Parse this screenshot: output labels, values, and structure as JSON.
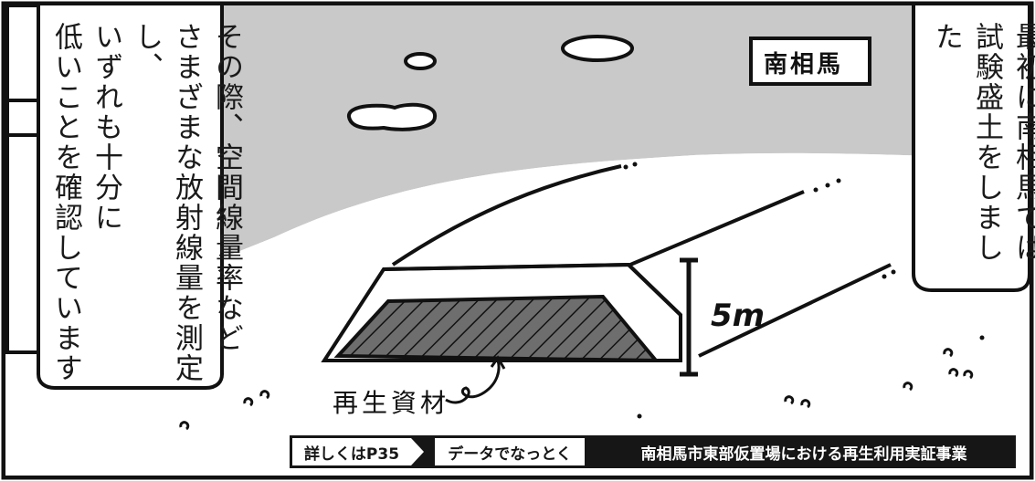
{
  "panel": {
    "location_sign": "南相馬",
    "label_material": "再生資材",
    "label_height": "5m"
  },
  "narration_right": {
    "lines": [
      "最初に南相馬では",
      "試験盛土をしました"
    ]
  },
  "narration_left": {
    "lines": [
      "その際、空間線量率など",
      "さまざまな放射線量を測定し、",
      "いずれも十分に",
      "低いことを確認しています"
    ]
  },
  "footer": {
    "more_info": "詳しくはP35",
    "section": "データでなっとく",
    "title": "南相馬市東部仮置場における再生利用実証事業"
  },
  "colors": {
    "sky": "#c9c9c9",
    "ground": "#ffffff",
    "embankment_top": "#ffffff",
    "hatch_fill": "#6e6e6e",
    "footer_bg": "#161616",
    "ink": "#111111"
  }
}
